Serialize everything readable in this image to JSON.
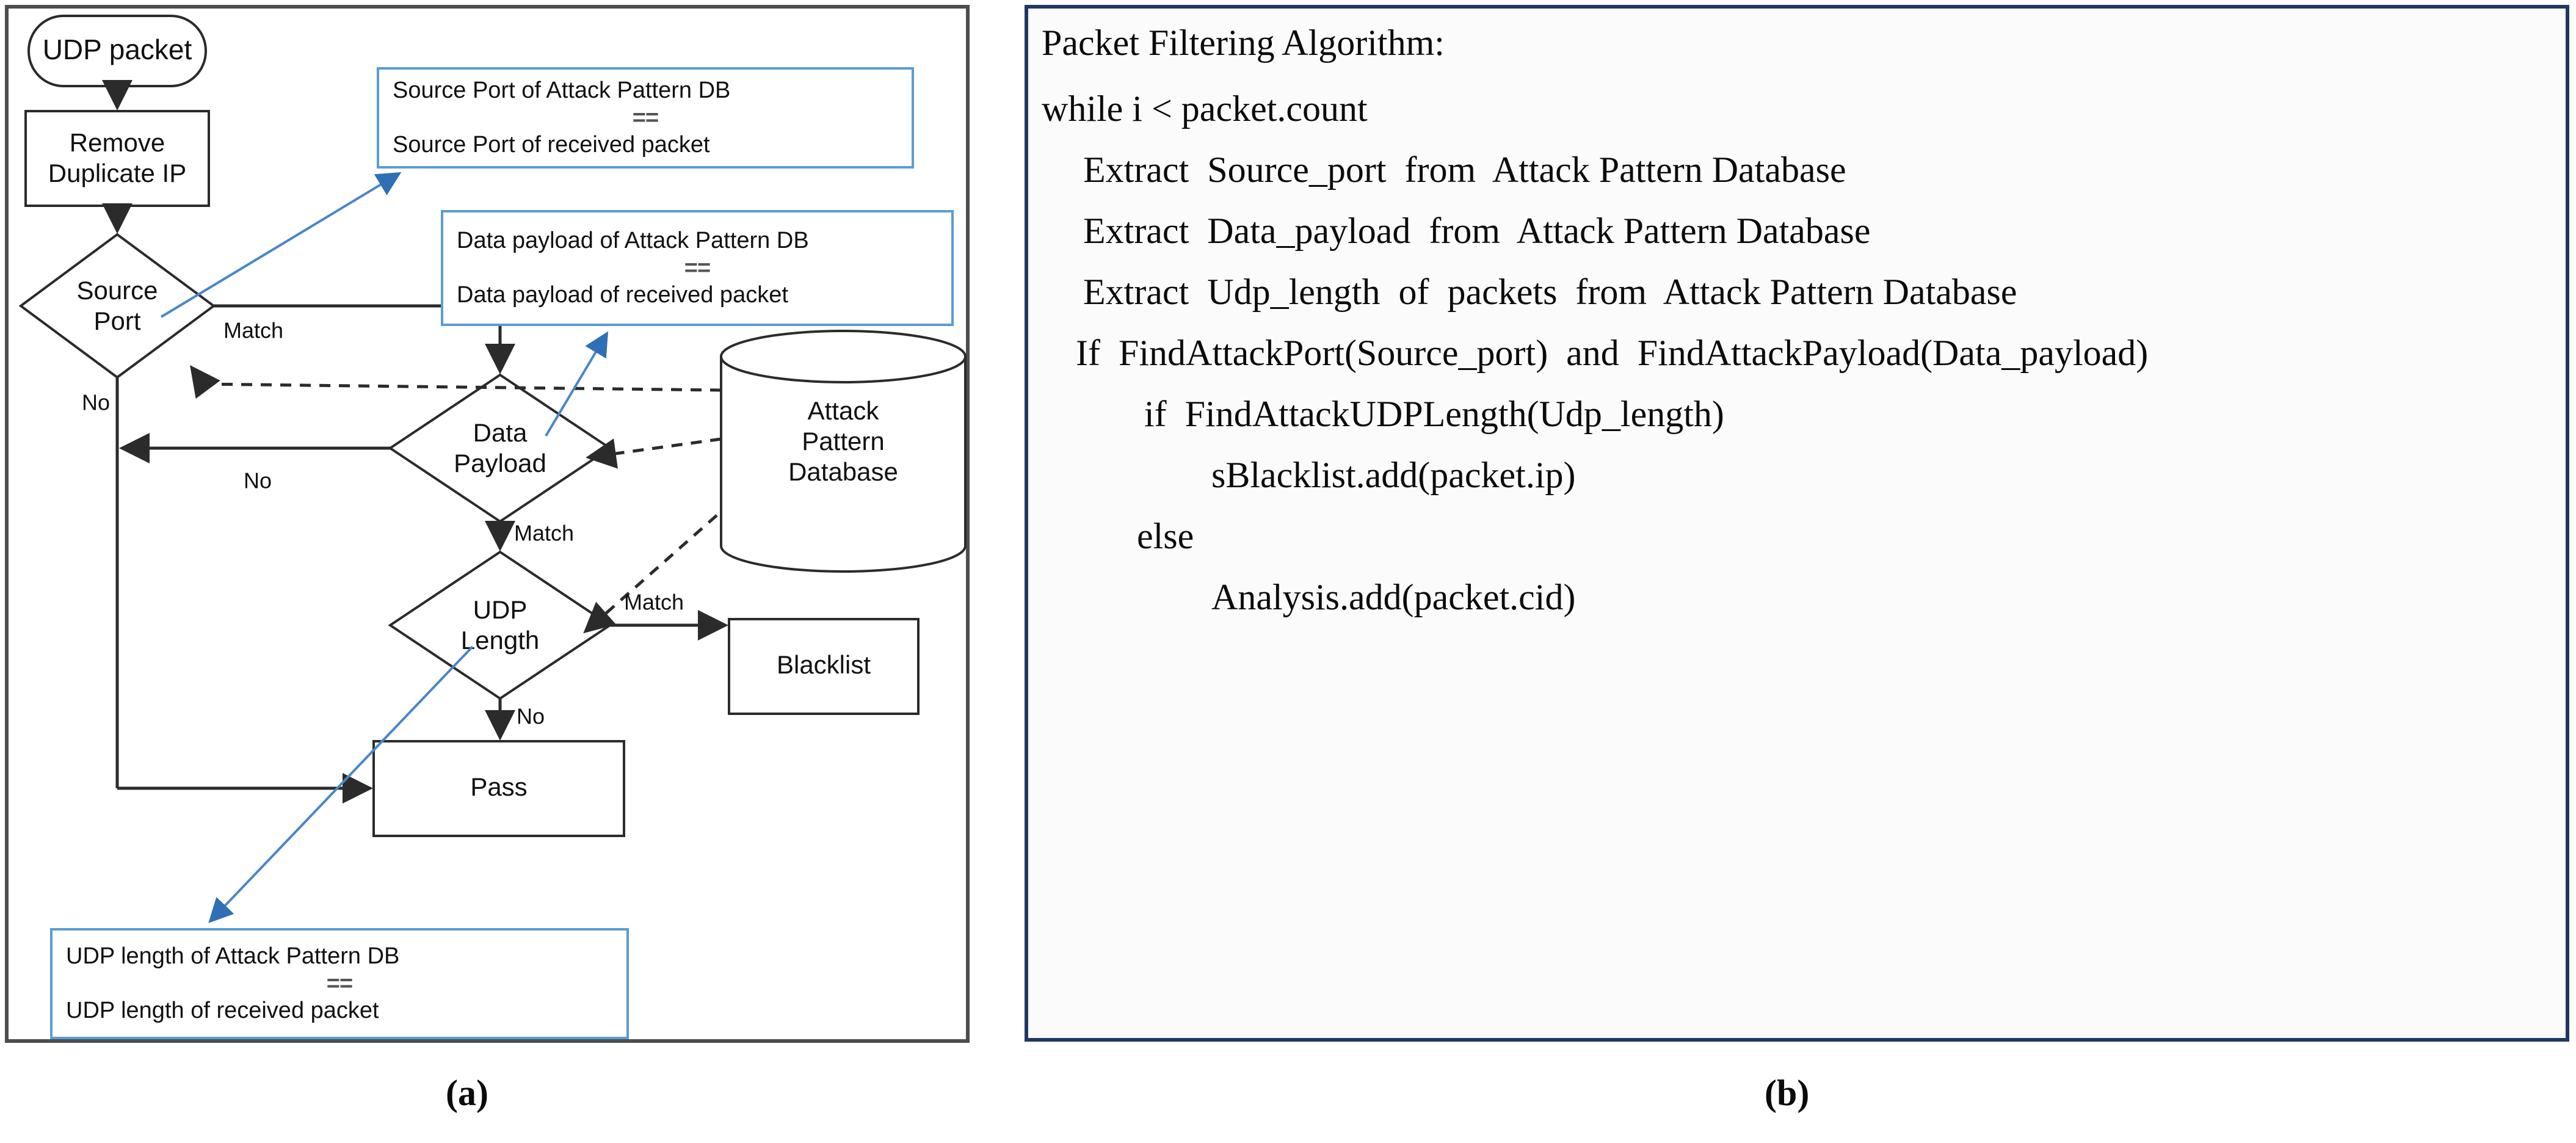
{
  "figure": {
    "panel_a": {
      "caption": "(a)",
      "flowchart": {
        "nodes": [
          {
            "id": "udp-packet",
            "shape": "rounded-terminator",
            "label": "UDP packet"
          },
          {
            "id": "remove-dup-ip",
            "shape": "process",
            "label_line1": "Remove",
            "label_line2": "Duplicate IP"
          },
          {
            "id": "source-port",
            "shape": "decision",
            "label_line1": "Source",
            "label_line2": "Port"
          },
          {
            "id": "data-payload",
            "shape": "decision",
            "label_line1": "Data",
            "label_line2": "Payload"
          },
          {
            "id": "udp-length",
            "shape": "decision",
            "label_line1": "UDP",
            "label_line2": "Length"
          },
          {
            "id": "attack-pattern-db",
            "shape": "cylinder",
            "label_line1": "Attack",
            "label_line2": "Pattern",
            "label_line3": "Database"
          },
          {
            "id": "blacklist",
            "shape": "process",
            "label": "Blacklist"
          },
          {
            "id": "pass",
            "shape": "process",
            "label": "Pass"
          }
        ],
        "edge_labels": {
          "source_port_match": "Match",
          "source_port_no": "No",
          "data_payload_no": "No",
          "data_payload_match": "Match",
          "udp_length_match": "Match",
          "udp_length_no": "No"
        }
      },
      "callouts": [
        {
          "id": "source-port-callout",
          "line1": "Source Port of Attack Pattern DB",
          "operator": "==",
          "line2": "Source Port of received packet"
        },
        {
          "id": "data-payload-callout",
          "line1": "Data payload of Attack Pattern DB",
          "operator": "==",
          "line2": "Data payload of received packet"
        },
        {
          "id": "udp-length-callout",
          "line1": "UDP length of Attack Pattern DB",
          "operator": "==",
          "line2": "UDP length of received packet"
        }
      ]
    },
    "panel_b": {
      "caption": "(b)",
      "title": "Packet Filtering Algorithm:",
      "code_lines": [
        "while i < packet.count",
        "Extract  Source_port  from  Attack Pattern Database",
        "Extract  Data_payload  from  Attack Pattern Database",
        "Extract  Udp_length  of  packets  from  Attack Pattern Database",
        "If  FindAttackPort(Source_port)  and  FindAttackPayload(Data_payload)",
        "if  FindAttackUDPLength(Udp_length)",
        "sBlacklist.add(packet.ip)",
        "else",
        "Analysis.add(packet.cid)"
      ]
    }
  },
  "colors": {
    "panel_a_border": "#4d4d4d",
    "panel_b_border": "#1f3864",
    "callout_border": "#5b9bd5",
    "callout_arrow": "#4a86c8",
    "shape_stroke": "#2b2b2b",
    "text": "#111111"
  }
}
